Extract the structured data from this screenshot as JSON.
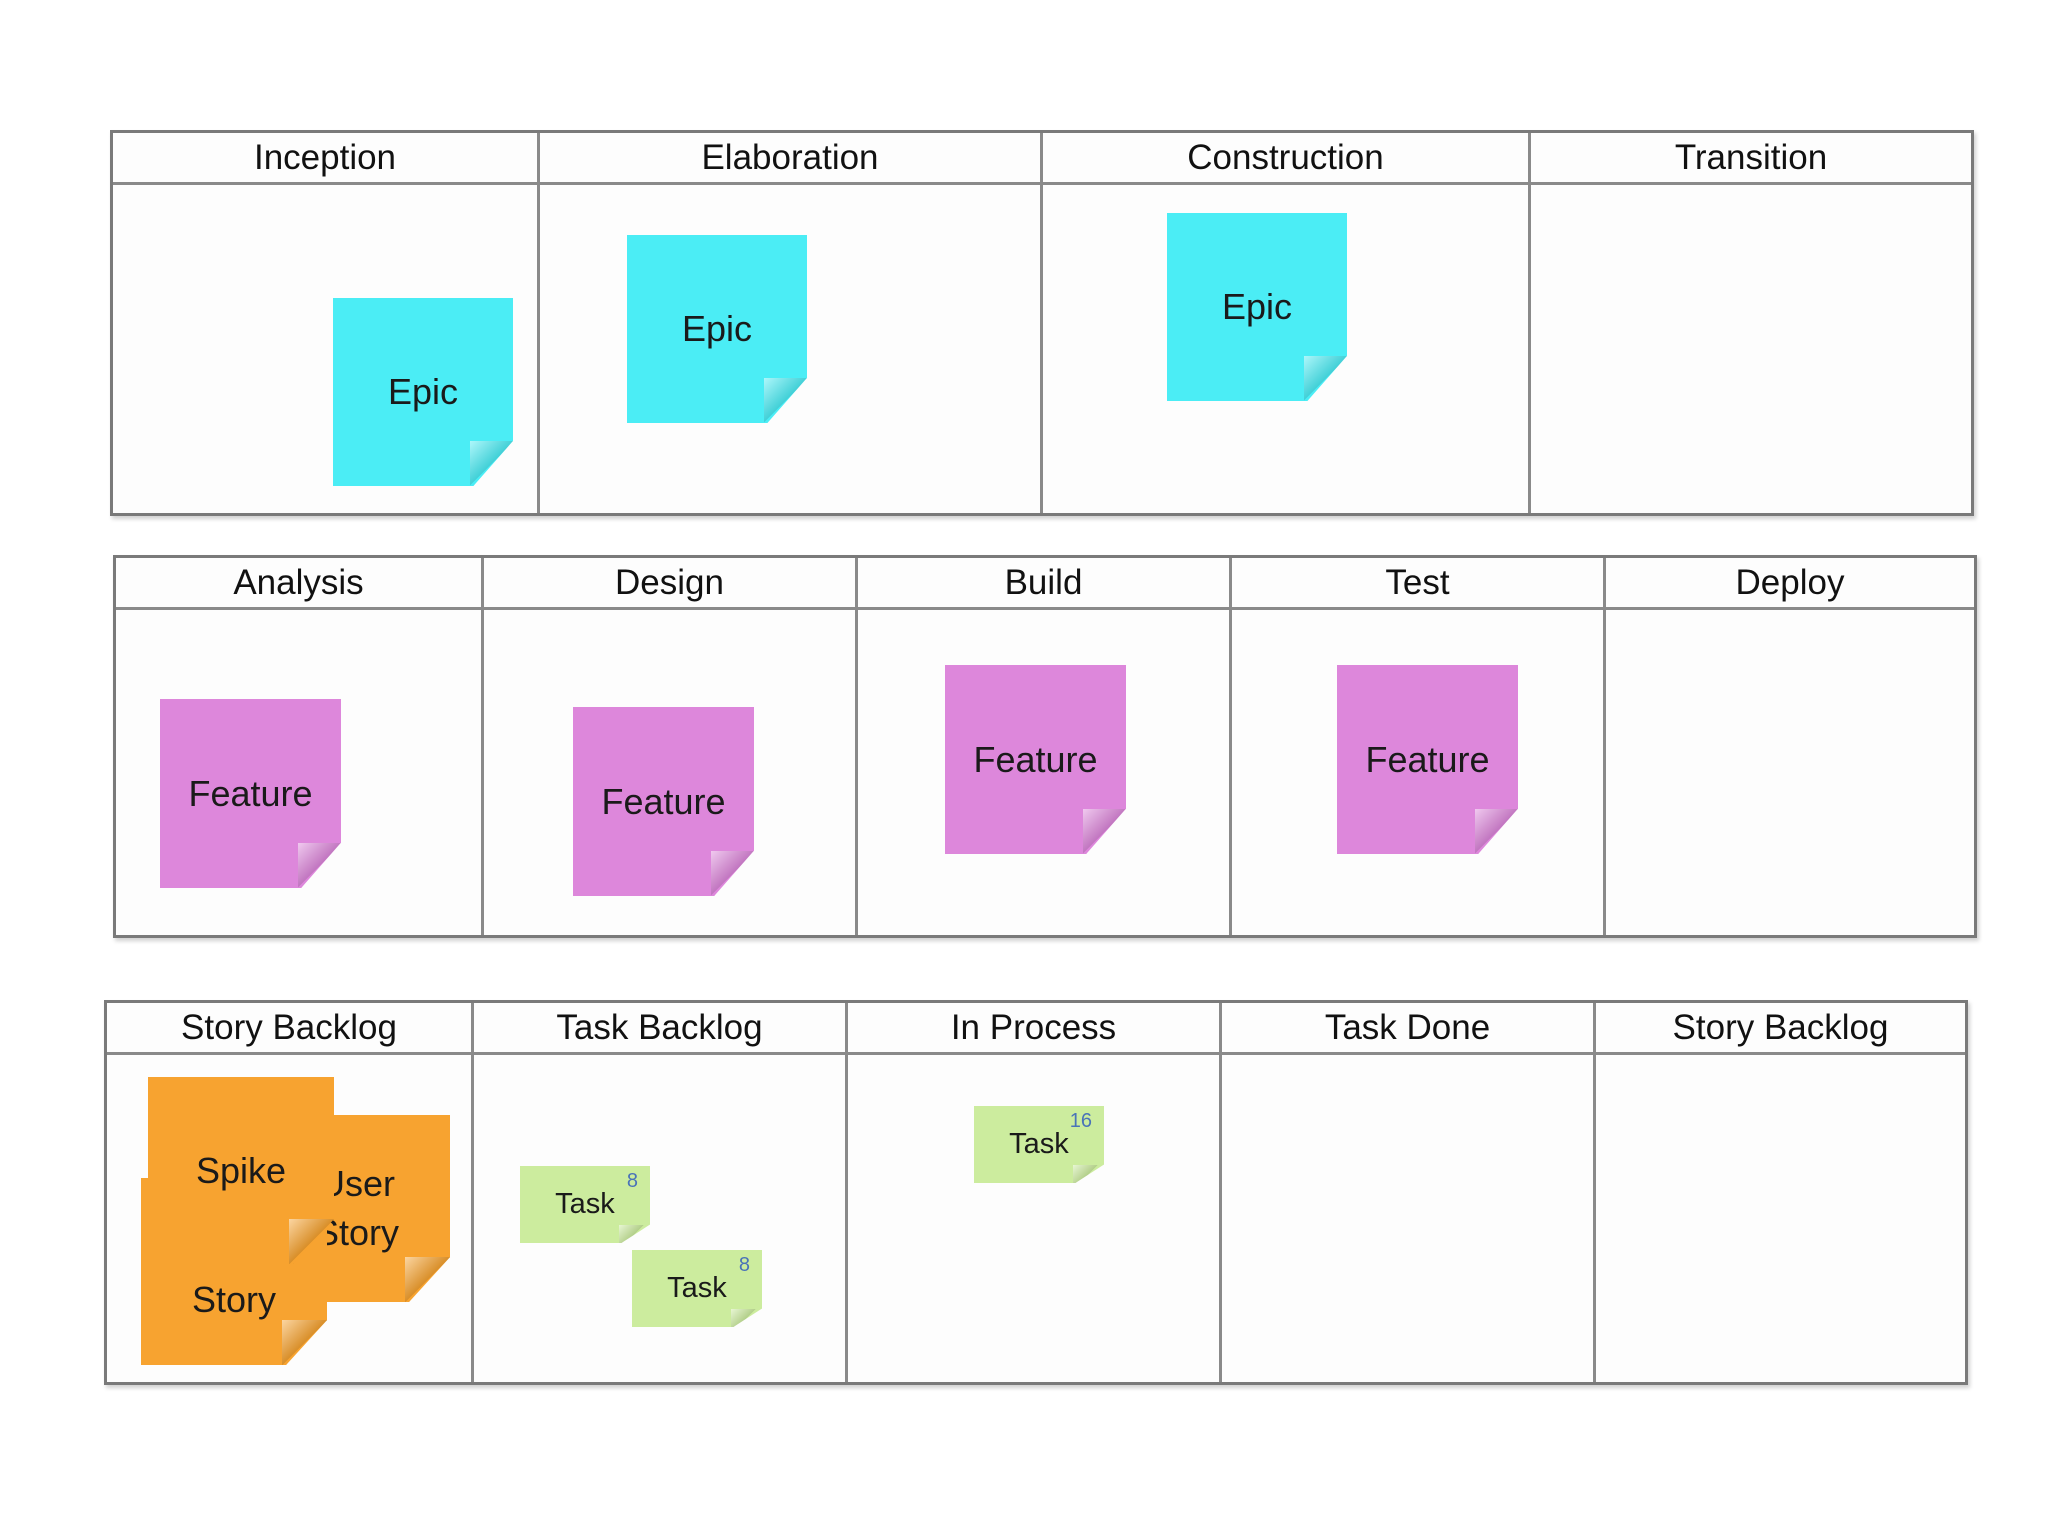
{
  "colors": {
    "epic": "#4bedf5",
    "feature": "#dd87db",
    "story": "#f7a330",
    "task": "#ccec9e"
  },
  "board_phases": {
    "columns": [
      "Inception",
      "Elaboration",
      "Construction",
      "Transition"
    ],
    "notes": {
      "epic_label": "Epic"
    }
  },
  "board_features": {
    "columns": [
      "Analysis",
      "Design",
      "Build",
      "Test",
      "Deploy"
    ],
    "notes": {
      "feature_label": "Feature"
    }
  },
  "board_tasks": {
    "columns": [
      "Story Backlog",
      "Task Backlog",
      "In Process",
      "Task Done",
      "Story Backlog"
    ],
    "notes": {
      "spike_label": "Spike",
      "user_story_line1": "User",
      "user_story_line2": "Story",
      "story_label": "Story",
      "task_label": "Task",
      "task1_points": "8",
      "task2_points": "8",
      "task3_points": "16"
    }
  }
}
